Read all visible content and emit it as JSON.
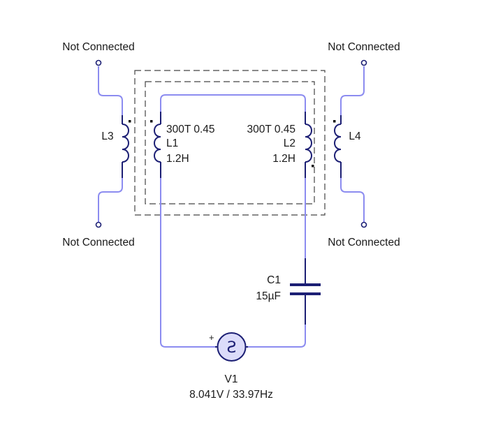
{
  "nc_labels": {
    "top_left": "Not Connected",
    "top_right": "Not Connected",
    "bottom_left": "Not Connected",
    "bottom_right": "Not Connected"
  },
  "L1": {
    "spec": "300T 0.45",
    "name": "L1",
    "value": "1.2H"
  },
  "L2": {
    "spec": "300T 0.45",
    "name": "L2",
    "value": "1.2H"
  },
  "L3": {
    "name": "L3"
  },
  "L4": {
    "name": "L4"
  },
  "C1": {
    "name": "C1",
    "value": "15µF"
  },
  "V1": {
    "name": "V1",
    "value": "8.041V / 33.97Hz",
    "polarity": "+",
    "symbol": "Ƨ"
  },
  "colors": {
    "wire": "#8c8cf0",
    "component": "#1c1f74",
    "source_fill": "#dcdcfa"
  }
}
